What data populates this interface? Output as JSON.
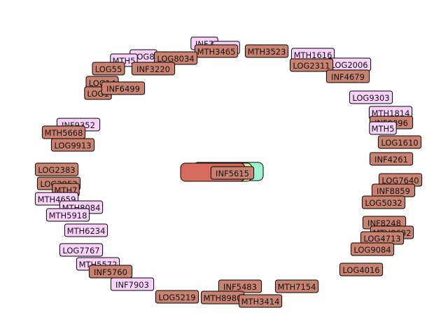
{
  "colors": {
    "pink": "#fad2fc",
    "brown": "#c98270",
    "teal": "#5fa89a",
    "mint": "#9ff5d2",
    "green": "#97d98a",
    "yellow": "#e8f08a",
    "red": "#d66b5e",
    "border": "#000000"
  },
  "center_stack": [
    {
      "label": "",
      "color": "teal"
    },
    {
      "label": "",
      "color": "green"
    },
    {
      "label": "",
      "color": "mint"
    },
    {
      "label": "",
      "color": "yellow"
    },
    {
      "label": "",
      "color": "red"
    },
    {
      "label": "INF5615",
      "color": "brown"
    }
  ],
  "nodes": [
    {
      "label": "INF7",
      "color": "pink"
    },
    {
      "label": "LOG7",
      "color": "pink"
    },
    {
      "label": "MTH3465",
      "color": "brown"
    },
    {
      "label": "LOG8",
      "color": "pink"
    },
    {
      "label": "LOG8034",
      "color": "brown"
    },
    {
      "label": "MTH5",
      "color": "pink"
    },
    {
      "label": "MTH3523",
      "color": "brown"
    },
    {
      "label": "MTH1616",
      "color": "pink"
    },
    {
      "label": "LOG2006",
      "color": "pink"
    },
    {
      "label": "LOG2311",
      "color": "brown"
    },
    {
      "label": "LOG55",
      "color": "brown"
    },
    {
      "label": "INF3220",
      "color": "brown"
    },
    {
      "label": "LOG14",
      "color": "brown"
    },
    {
      "label": "INF4679",
      "color": "brown"
    },
    {
      "label": "LOG1",
      "color": "brown"
    },
    {
      "label": "INF6499",
      "color": "brown"
    },
    {
      "label": "LOG9303",
      "color": "pink"
    },
    {
      "label": "MTH1814",
      "color": "pink"
    },
    {
      "label": "INF9896",
      "color": "brown"
    },
    {
      "label": "MTH5",
      "color": "pink"
    },
    {
      "label": "INF9352",
      "color": "pink"
    },
    {
      "label": "MTH5668",
      "color": "brown"
    },
    {
      "label": "LOG9913",
      "color": "brown"
    },
    {
      "label": "LOG1610",
      "color": "brown"
    },
    {
      "label": "INF4261",
      "color": "brown"
    },
    {
      "label": "LOG2383",
      "color": "brown"
    },
    {
      "label": "LOG2953",
      "color": "brown"
    },
    {
      "label": "MTH7",
      "color": "brown"
    },
    {
      "label": "MTH4659",
      "color": "pink"
    },
    {
      "label": "LOG7640",
      "color": "brown"
    },
    {
      "label": "INF8859",
      "color": "brown"
    },
    {
      "label": "MTH8084",
      "color": "pink"
    },
    {
      "label": "MTH5918",
      "color": "pink"
    },
    {
      "label": "LOG5032",
      "color": "brown"
    },
    {
      "label": "INF8248",
      "color": "brown"
    },
    {
      "label": "MTH6234",
      "color": "pink"
    },
    {
      "label": "MTH8692",
      "color": "brown"
    },
    {
      "label": "LOG4713",
      "color": "brown"
    },
    {
      "label": "LOG7767",
      "color": "pink"
    },
    {
      "label": "LOG9084",
      "color": "brown"
    },
    {
      "label": "MTH5572",
      "color": "pink"
    },
    {
      "label": "INF5760",
      "color": "brown"
    },
    {
      "label": "LOG4016",
      "color": "brown"
    },
    {
      "label": "INF7903",
      "color": "pink"
    },
    {
      "label": "INF5483",
      "color": "brown"
    },
    {
      "label": "MTH7154",
      "color": "brown"
    },
    {
      "label": "LOG5219",
      "color": "brown"
    },
    {
      "label": "MTH8980",
      "color": "brown"
    },
    {
      "label": "MTH3414",
      "color": "brown"
    }
  ]
}
